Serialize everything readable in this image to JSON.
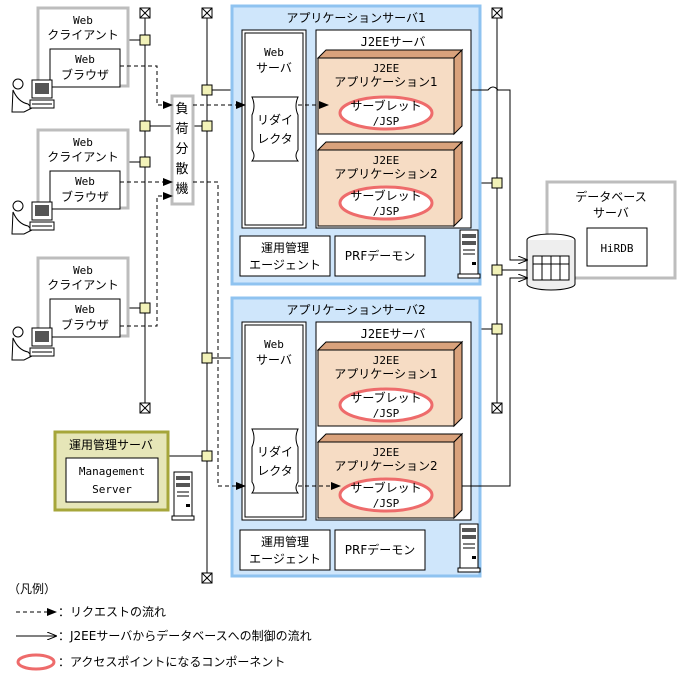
{
  "clients": [
    {
      "title_line1": "Web",
      "title_line2": "クライアント",
      "browser_line1": "Web",
      "browser_line2": "ブラウザ"
    },
    {
      "title_line1": "Web",
      "title_line2": "クライアント",
      "browser_line1": "Web",
      "browser_line2": "ブラウザ"
    },
    {
      "title_line1": "Web",
      "title_line2": "クライアント",
      "browser_line1": "Web",
      "browser_line2": "ブラウザ"
    }
  ],
  "load_balancer": {
    "chars": [
      "負",
      "荷",
      "分",
      "散",
      "機"
    ]
  },
  "app_servers": [
    {
      "title": "アプリケーションサーバ1",
      "web_server": {
        "line1": "Web",
        "line2": "サーバ"
      },
      "redirector": {
        "line1": "リダイ",
        "line2": "レクタ"
      },
      "j2ee_title": "J2EEサーバ",
      "apps": [
        {
          "line1": "J2EE",
          "line2": "アプリケーション1",
          "servlet1": "サーブレット",
          "servlet2": "/JSP"
        },
        {
          "line1": "J2EE",
          "line2": "アプリケーション2",
          "servlet1": "サーブレット",
          "servlet2": "/JSP"
        }
      ],
      "agent": {
        "line1": "運用管理",
        "line2": "エージェント"
      },
      "prf": "PRFデーモン"
    },
    {
      "title": "アプリケーションサーバ2",
      "web_server": {
        "line1": "Web",
        "line2": "サーバ"
      },
      "redirector": {
        "line1": "リダイ",
        "line2": "レクタ"
      },
      "j2ee_title": "J2EEサーバ",
      "apps": [
        {
          "line1": "J2EE",
          "line2": "アプリケーション1",
          "servlet1": "サーブレット",
          "servlet2": "/JSP"
        },
        {
          "line1": "J2EE",
          "line2": "アプリケーション2",
          "servlet1": "サーブレット",
          "servlet2": "/JSP"
        }
      ],
      "agent": {
        "line1": "運用管理",
        "line2": "エージェント"
      },
      "prf": "PRFデーモン"
    }
  ],
  "db_server": {
    "line1": "データベース",
    "line2": "サーバ",
    "product": "HiRDB"
  },
  "mgmt_server": {
    "title": "運用管理サーバ",
    "line1": "Management",
    "line2": "Server"
  },
  "legend": {
    "title": "（凡例）",
    "request_flow": "：リクエストの流れ",
    "control_flow": "：J2EEサーバからデータベースへの制御の流れ",
    "access_point": "：アクセスポイントになるコンポーネント"
  },
  "colors": {
    "appserver_fill": "#cfe6fb",
    "appserver_border": "#8fc3f0",
    "app_front": "#f6dcc4",
    "app_side": "#d9a27c",
    "access_ellipse": "#ee6b6b",
    "client_border": "#bdbdbd",
    "mgmt_fill": "#e6e6b8",
    "mgmt_border": "#a6a63a",
    "connector": "#f2f2b8"
  }
}
